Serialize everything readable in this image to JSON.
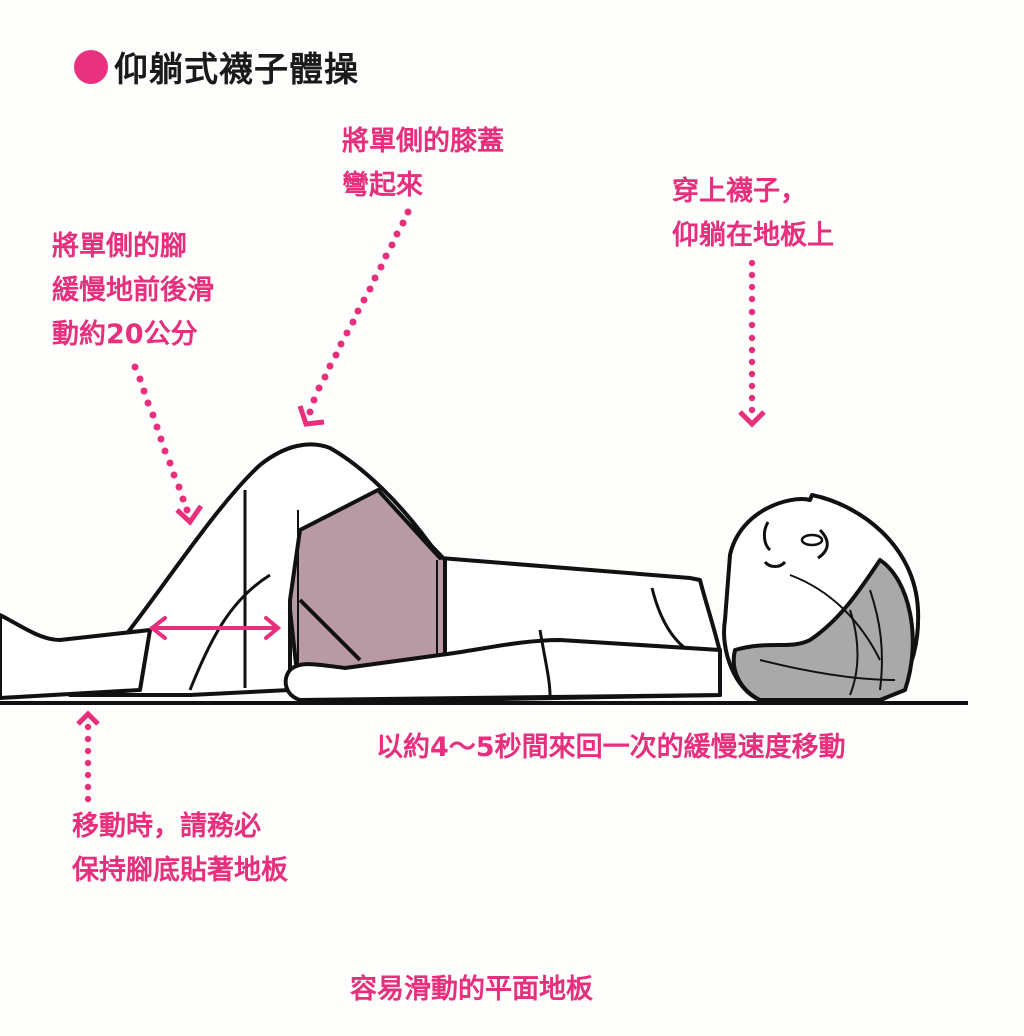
{
  "title": "仰躺式襪子體操",
  "colors": {
    "accent": "#e6307e",
    "title_dot": "#e8317f",
    "shorts": "#b89aa5",
    "hair": "#a9a9a9",
    "line": "#111111",
    "background": "#fdfdfb"
  },
  "annotations": {
    "knee": {
      "lines": [
        "將單側的膝蓋",
        "彎起來"
      ],
      "arrow": "dotted-arrow-down-left"
    },
    "foot_slide": {
      "lines": [
        "將單側的腳",
        "緩慢地前後滑",
        "動約20公分"
      ],
      "arrow": "dotted-arrow-down-right"
    },
    "socks_on": {
      "lines": [
        "穿上襪子，",
        "仰躺在地板上"
      ],
      "arrow": "dotted-arrow-down"
    },
    "speed": {
      "lines": [
        "以約4～5秒間來回一次的緩慢速度移動"
      ]
    },
    "keep_sole": {
      "lines": [
        "移動時，請務必",
        "保持腳底貼著地板"
      ],
      "arrow": "dotted-arrow-up"
    },
    "floor": {
      "lines": [
        "容易滑動的平面地板"
      ]
    }
  },
  "illustration": {
    "subject": "person lying on back with one knee bent, sliding foot back and forth on floor",
    "slide_arrow": "double-headed-arrow"
  }
}
